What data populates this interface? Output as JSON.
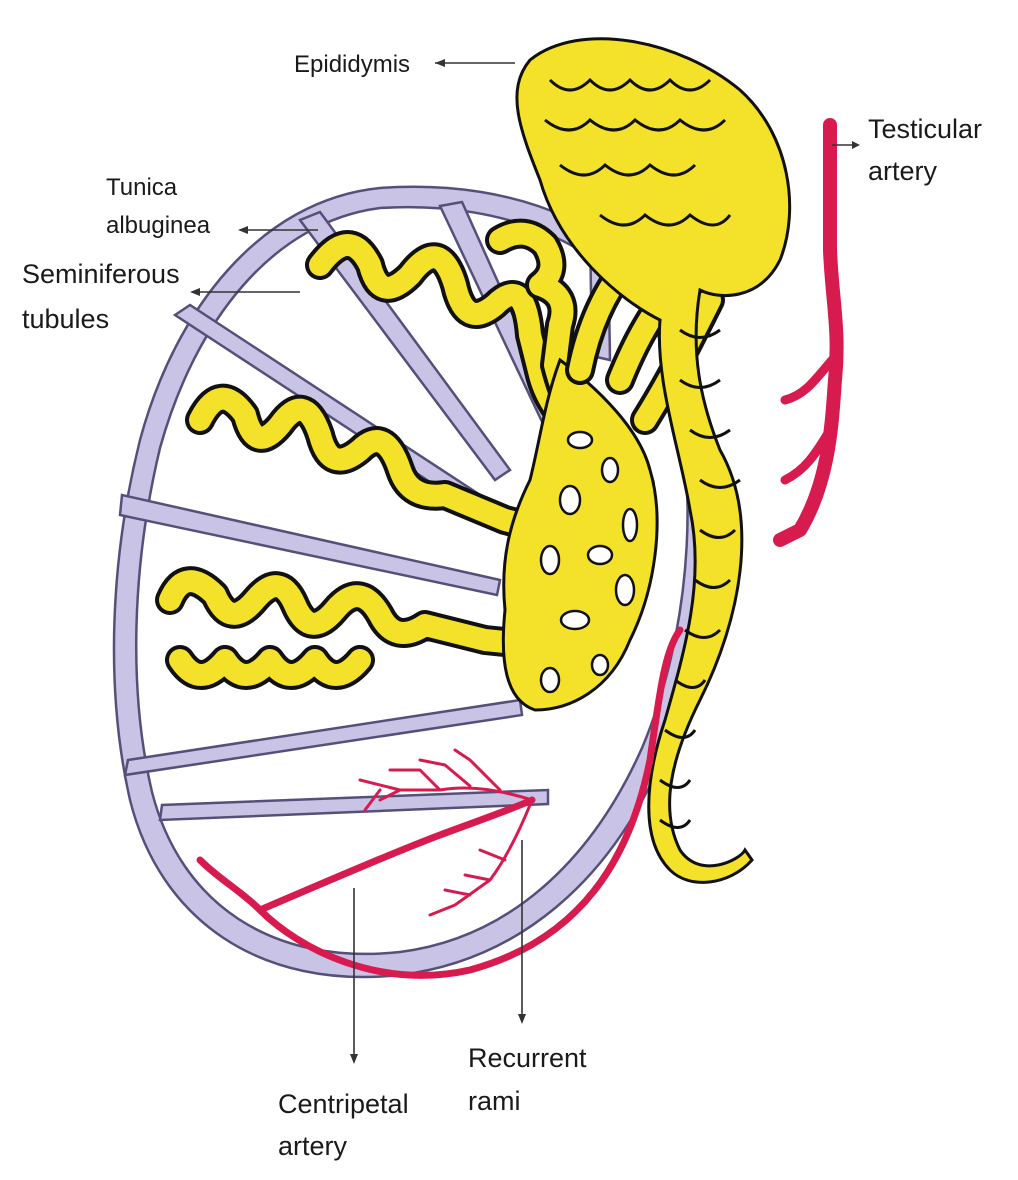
{
  "colors": {
    "tunica": "#c9c3e6",
    "tubule": "#f3e12a",
    "artery": "#d81b4f",
    "outline": "#111111"
  },
  "labels": {
    "epididymis": "Epididymis",
    "testicular_artery_1": "Testicular",
    "testicular_artery_2": "artery",
    "tunica_1": "Tunica",
    "tunica_2": "albuginea",
    "seminiferous_1": "Seminiferous",
    "seminiferous_2": "tubules",
    "recurrent_1": "Recurrent",
    "recurrent_2": "rami",
    "centripetal_1": "Centripetal",
    "centripetal_2": "artery"
  }
}
